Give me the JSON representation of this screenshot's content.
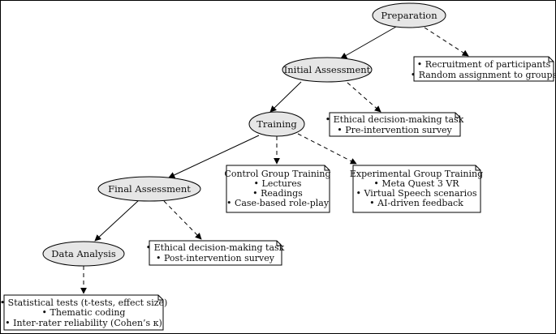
{
  "colors": {
    "node_fill": "#e6e6e6",
    "stroke": "#000000",
    "note_fill": "#ffffff"
  },
  "nodes": {
    "preparation": "Preparation",
    "initial_assessment": "Initial Assessment",
    "training": "Training",
    "final_assessment": "Final Assessment",
    "data_analysis": "Data Analysis"
  },
  "notes": {
    "recruitment": [
      "• Recruitment of participants",
      "• Random assignment to groups"
    ],
    "pre_intervention": [
      "• Ethical decision-making task",
      "• Pre-intervention survey"
    ],
    "control_group": [
      "Control Group Training",
      "• Lectures",
      "• Readings",
      "• Case-based role-play"
    ],
    "experimental_group": [
      "Experimental Group Training",
      "• Meta Quest 3 VR",
      "• Virtual Speech scenarios",
      "• AI-driven feedback"
    ],
    "post_intervention": [
      "• Ethical decision-making task",
      "• Post-intervention survey"
    ],
    "analysis_methods": [
      "• Statistical tests (t-tests, effect size)",
      "• Thematic coding",
      "• Inter-rater reliability (Cohen’s κ)"
    ]
  }
}
